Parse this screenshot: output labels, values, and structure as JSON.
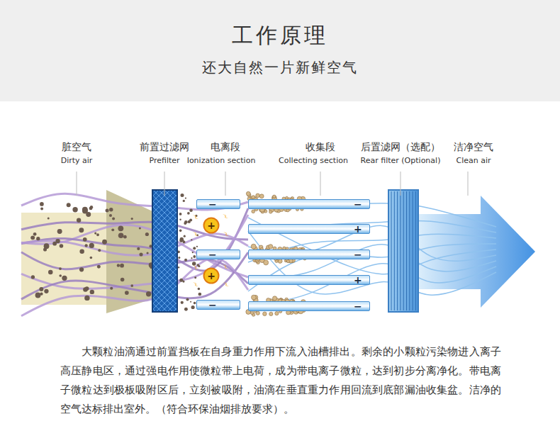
{
  "diagram": {
    "title": "工作原理",
    "caption": "大颗粒油滴通过前置挡板在自身重力作用下流入油槽排出。剩余的小颗粒污染物进入离子高压静电区，通过强电作用使微粒带上电荷，成为带电离子微粒，达到初步分离净化。带电离子微粒达到极板吸附区后，立刻被吸附，油滴在垂直重力作用回流到底部漏油收集盆。洁净的空气达标排出室外。（符合环保油烟排放要求）。",
    "nodes": [
      {
        "text": [
          "−"
        ]
      },
      {
        "text": [
          "+"
        ]
      },
      {
        "text": [
          "−"
        ]
      },
      {
        "text": [
          "+"
        ]
      },
      {
        "text": [
          "−"
        ]
      },
      {
        "text": [
          "−"
        ]
      },
      {
        "text": [
          "+"
        ]
      },
      {
        "text": [
          "−"
        ]
      },
      {
        "text": [
          "+"
        ]
      },
      {
        "text": [
          "−"
        ]
      }
    ],
    "labels": [
      "还大自然一片新鲜空气",
      "脏空气",
      "Dirty air",
      "前置过滤网",
      "Prefilter",
      "电离段",
      "Ionization section",
      "收集段",
      "Collecting section",
      "后置滤网（选配）",
      "Rear filter (Optional)",
      "洁净空气",
      "Clean air"
    ]
  }
}
